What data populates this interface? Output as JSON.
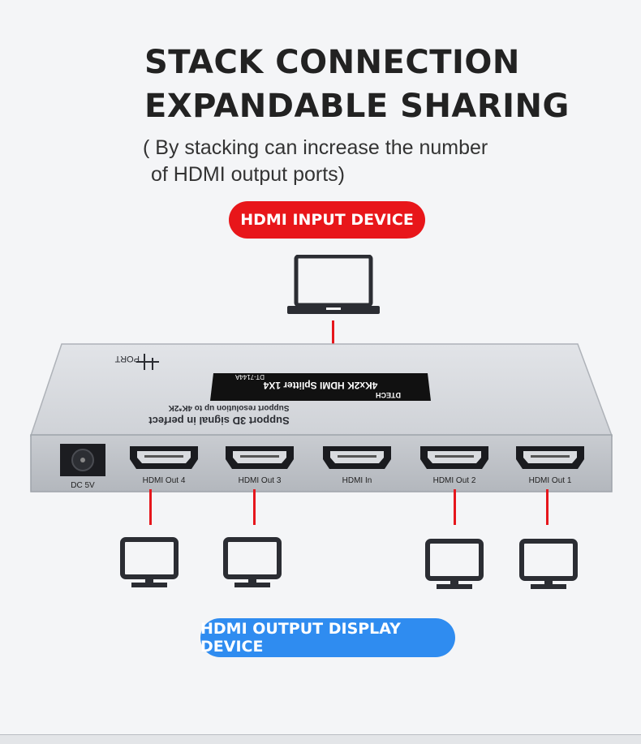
{
  "headline": {
    "line1": "STACK CONNECTION",
    "line2": "EXPANDABLE SHARING"
  },
  "subtitle": {
    "line1": "( By stacking can increase the number",
    "line2": "of HDMI output ports)"
  },
  "input_label": "HDMI INPUT DEVICE",
  "output_label": "HDMI OUTPUT DISPLAY DEVICE",
  "device": {
    "brand": "DTECH",
    "model_title": "4Kx2K HDMI Splitter 1X4",
    "model_code": "DT-7144A",
    "top_text_1": "Support 3D signal in perfect",
    "top_text_2": "Support resolution up to 4K*2K",
    "port_text": "PORT",
    "dc_label": "DC 5V",
    "ports": [
      "HDMI Out 4",
      "HDMI Out 3",
      "HDMI In",
      "HDMI Out 2",
      "HDMI Out 1"
    ]
  },
  "colors": {
    "accent_red": "#e8161a",
    "accent_blue": "#2f8cf0",
    "icon_dark": "#2b2d33"
  },
  "icons": [
    "laptop-icon",
    "monitor-icon",
    "usb-icon",
    "hdmi-port-icon",
    "dc-jack-icon"
  ]
}
